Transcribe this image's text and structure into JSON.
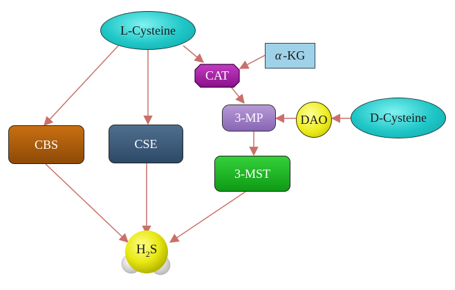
{
  "nodes": {
    "l_cysteine": "L-Cysteine",
    "d_cysteine": "D-Cysteine",
    "cat": "CAT",
    "alpha_symbol": "α",
    "akg_suffix": "-KG",
    "mp3": "3-MP",
    "dao": "DAO",
    "cbs": "CBS",
    "cse": "CSE",
    "mst3": "3-MST",
    "h2s_h": "H",
    "h2s_sub": "2",
    "h2s_s": "S"
  },
  "colors": {
    "arrow": "#c9706a",
    "cysteine": "#1fc6c6",
    "cat": "#a020a0",
    "akg": "#9fd2e8",
    "mp3": "#9b7fc6",
    "dao": "#e4e41a",
    "cbs": "#b86410",
    "cse": "#3e5e80",
    "mst3": "#1fb324",
    "h2s_sulfur": "#e8e814",
    "h2s_hydrogen": "#dcdcdc"
  },
  "edges": [
    {
      "from": "L-Cysteine",
      "to": "CBS"
    },
    {
      "from": "L-Cysteine",
      "to": "CSE"
    },
    {
      "from": "L-Cysteine",
      "to": "CAT"
    },
    {
      "from": "α-KG",
      "to": "CAT"
    },
    {
      "from": "CAT",
      "to": "3-MP"
    },
    {
      "from": "D-Cysteine",
      "to": "DAO"
    },
    {
      "from": "DAO",
      "to": "3-MP"
    },
    {
      "from": "3-MP",
      "to": "3-MST"
    },
    {
      "from": "CBS",
      "to": "H2S"
    },
    {
      "from": "CSE",
      "to": "H2S"
    },
    {
      "from": "3-MST",
      "to": "H2S"
    }
  ]
}
